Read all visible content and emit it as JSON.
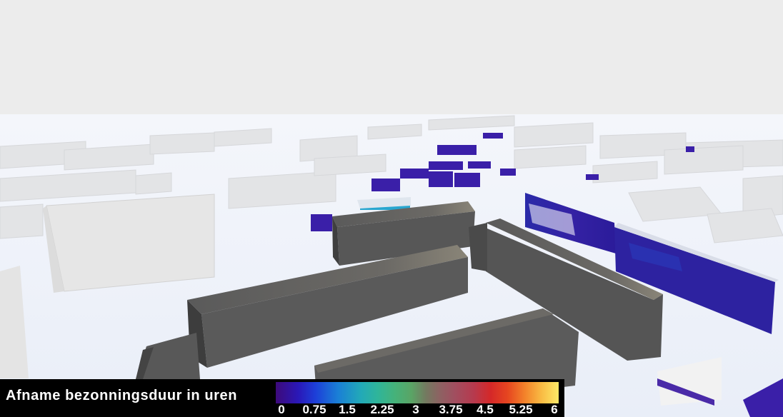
{
  "legend": {
    "title": "Afname bezonningsduur in uren",
    "ticks": [
      "0",
      "0.75",
      "1.5",
      "2.25",
      "3",
      "3.75",
      "4.5",
      "5.25",
      "6"
    ],
    "range": [
      0,
      6
    ],
    "colors": {
      "min": "#3d0a7a",
      "low": "#1d3fd8",
      "mid": "#2fb59a",
      "mid_high": "#8d6262",
      "high": "#d52828",
      "max": "#fde967"
    }
  }
}
